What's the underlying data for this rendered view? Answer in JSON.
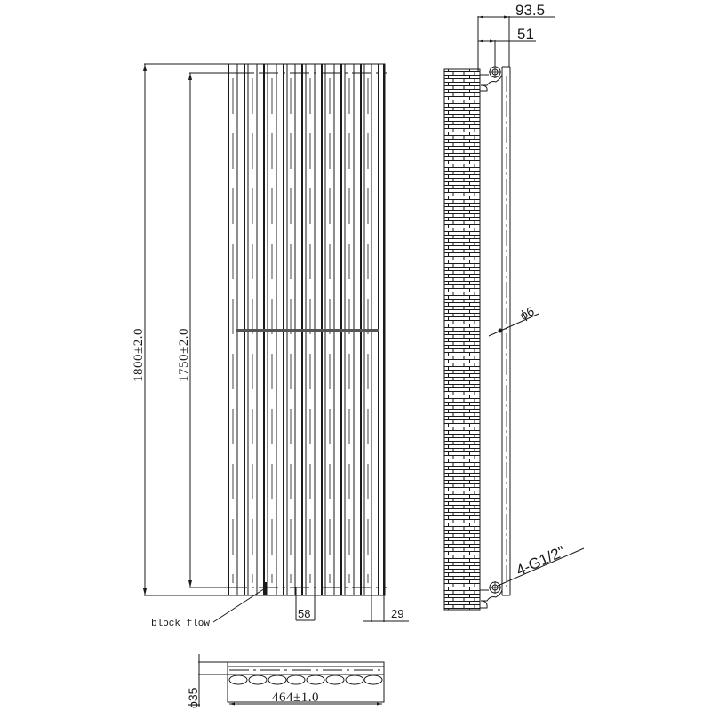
{
  "drawing": {
    "title": "Vertical designer radiator technical drawing",
    "background": "#ffffff",
    "line_color": "#1a1a1a"
  },
  "front_view": {
    "overall_height_label": "1800±2.0",
    "center_height_label": "1750±2.0",
    "column_pitch_label": "58",
    "end_offset_label": "29",
    "block_flow_label": "block flow",
    "column_count": 8
  },
  "side_view": {
    "depth_overall_label": "93.5",
    "depth_center_label": "51",
    "bracket_diameter_label": "ϕ6",
    "connection_label": "4-G1/2\""
  },
  "plan_view": {
    "width_label": "464±1.0",
    "tube_diameter_label": "ϕ35",
    "tube_count": 8
  }
}
